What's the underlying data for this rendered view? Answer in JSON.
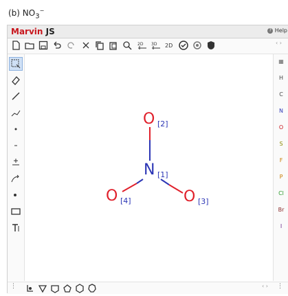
{
  "caption": {
    "prefix": "(b) NO",
    "sub": "3",
    "sup": "−"
  },
  "app": {
    "name_red": "Marvin",
    "name_rest": " JS",
    "help_label": "Help"
  },
  "toolbar_icons": [
    "new-document-icon",
    "open-icon",
    "save-icon",
    "undo-icon",
    "redo-icon",
    "cut-icon",
    "copy-icon",
    "paste-icon",
    "zoom-icon",
    "align-2d-icon",
    "align-3d-icon",
    "clean-icon",
    "check-icon",
    "settings-icon",
    "info-icon"
  ],
  "left_tools": [
    "select-tool-icon",
    "erase-tool-icon",
    "single-bond-icon",
    "chain-icon",
    "increase-charge-icon",
    "decrease-charge-icon",
    "charge-tool-icon",
    "reaction-arrow-icon",
    "radical-icon",
    "rectangle-shape-icon",
    "text-tool-icon"
  ],
  "periodic": [
    {
      "symbol": "H",
      "color": "#444444"
    },
    {
      "symbol": "C",
      "color": "#444444"
    },
    {
      "symbol": "N",
      "color": "#2b35b5"
    },
    {
      "symbol": "O",
      "color": "#c8161d"
    },
    {
      "symbol": "S",
      "color": "#8a8a00"
    },
    {
      "symbol": "F",
      "color": "#c87a00"
    },
    {
      "symbol": "P",
      "color": "#c87a00"
    },
    {
      "symbol": "Cl",
      "color": "#2a9a2a"
    },
    {
      "symbol": "Br",
      "color": "#8a2a2a"
    },
    {
      "symbol": "I",
      "color": "#6a2a8a"
    }
  ],
  "molecule": {
    "center": {
      "symbol": "N",
      "index": "[1]"
    },
    "top": {
      "symbol": "O",
      "index": "[2]"
    },
    "right": {
      "symbol": "O",
      "index": "[3]"
    },
    "left": {
      "symbol": "O",
      "index": "[4]"
    }
  },
  "colors": {
    "nitrogen": "#2b35b5",
    "oxygen": "#e0202b",
    "brand": "#c8161d"
  }
}
